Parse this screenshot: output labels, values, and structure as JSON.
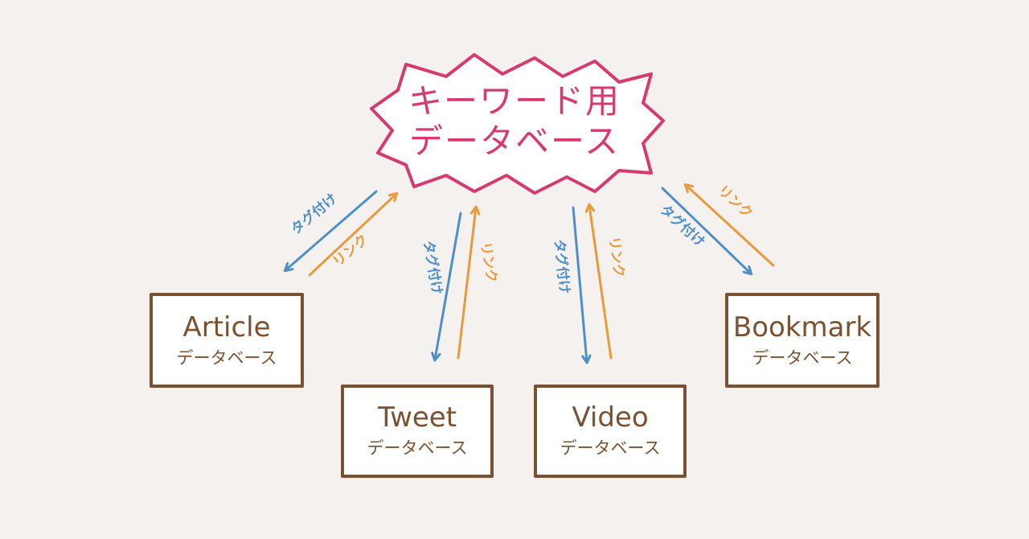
{
  "hub": {
    "line1": "キーワード用",
    "line2": "データベース"
  },
  "nodes": {
    "article": {
      "title": "Article",
      "subtitle": "データベース"
    },
    "tweet": {
      "title": "Tweet",
      "subtitle": "データベース"
    },
    "video": {
      "title": "Video",
      "subtitle": "データベース"
    },
    "bookmark": {
      "title": "Bookmark",
      "subtitle": "データベース"
    }
  },
  "edges": {
    "tag_label": "タグ付け",
    "link_label": "リンク"
  },
  "colors": {
    "background": "#f5f1ee",
    "hub_outline": "#d63a6f",
    "hub_text": "#d63a6f",
    "box_outline": "#7a5232",
    "box_text": "#7a5232",
    "tag_arrow": "#4e8fc8",
    "link_arrow": "#e99a3d"
  }
}
